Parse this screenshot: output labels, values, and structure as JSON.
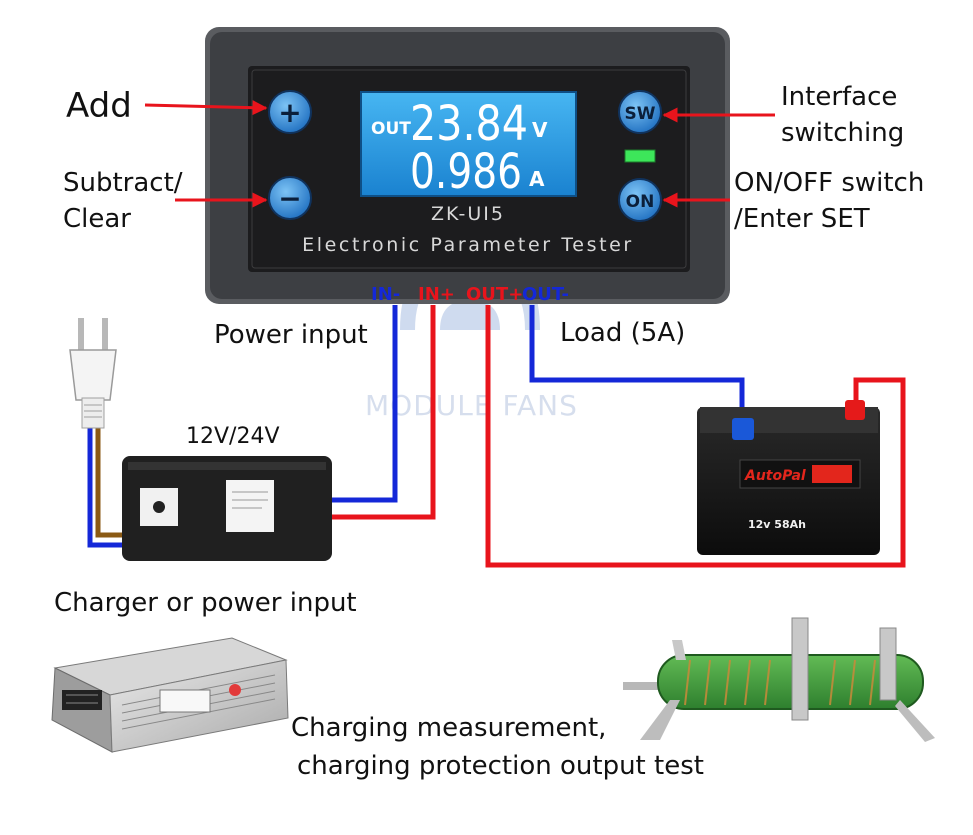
{
  "device": {
    "model": "ZK-UI5",
    "subtitle": "Electronic Parameter Tester",
    "display": {
      "mode_label": "OUT",
      "voltage": "23.84",
      "voltage_unit": "V",
      "current": "0.986",
      "current_unit": "A"
    },
    "buttons": {
      "add": "+",
      "subtract": "−",
      "sw": "SW",
      "on": "ON"
    },
    "terminals": {
      "in_neg": "IN-",
      "in_pos": "IN+",
      "out_pos": "OUT+",
      "out_neg": "OUT-"
    }
  },
  "labels": {
    "add": "Add",
    "subtract_line1": "Subtract/",
    "subtract_line2": "Clear",
    "interface_line1": "Interface",
    "interface_line2": "switching",
    "onoff_line1": "ON/OFF switch",
    "onoff_line2": "/Enter SET",
    "power_input": "Power input",
    "load": "Load (5A)",
    "voltage_select": "12V/24V",
    "charger": "Charger or power input",
    "charging_line1": "Charging measurement,",
    "charging_line2": "charging protection output test"
  },
  "watermark": "MODULE FANS",
  "battery": {
    "brand": "AutoPal",
    "spec": "12v 58Ah"
  },
  "colors": {
    "wire_positive": "#e8141c",
    "wire_negative": "#1428d8",
    "arrow": "#e8141c",
    "lcd_background": "#1e9be0",
    "button_blue": "#2f8fd8",
    "panel": "#1c1c1e",
    "resistor": "#3c9a3c"
  }
}
